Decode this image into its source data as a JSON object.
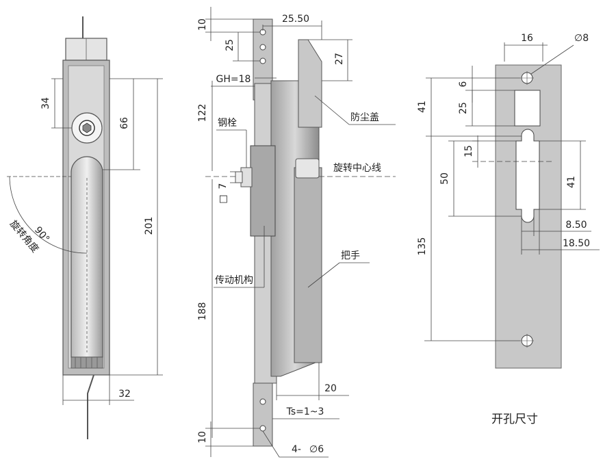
{
  "front_view": {
    "dims": {
      "d34": "34",
      "d66": "66",
      "d201": "201",
      "d32": "32"
    },
    "angle": {
      "value": "90°",
      "label": "旋转角度"
    }
  },
  "side_view": {
    "dims": {
      "d10_top": "10",
      "d25_50": "25.50",
      "d25": "25",
      "d27": "27",
      "gh": "GH=18",
      "d122": "122",
      "d7": "7",
      "sq": "□",
      "d188": "188",
      "d20": "20",
      "ts": "Ts=1~3",
      "d10_bot": "10",
      "hole_count": "4-",
      "hole_dia": "∅6"
    },
    "labels": {
      "steel_bolt": "钢栓",
      "dust_cover": "防尘盖",
      "rotation_center": "旋转中心线",
      "handle": "把手",
      "transmission": "传动机构"
    }
  },
  "cutout_view": {
    "dims": {
      "d16": "16",
      "dia8": "∅8",
      "d6": "6",
      "d25": "25",
      "d41_left": "41",
      "d15": "15",
      "d50": "50",
      "d41_right": "41",
      "d8_50": "8.50",
      "d18_50": "18.50",
      "d135": "135"
    },
    "caption": "开孔尺寸"
  }
}
